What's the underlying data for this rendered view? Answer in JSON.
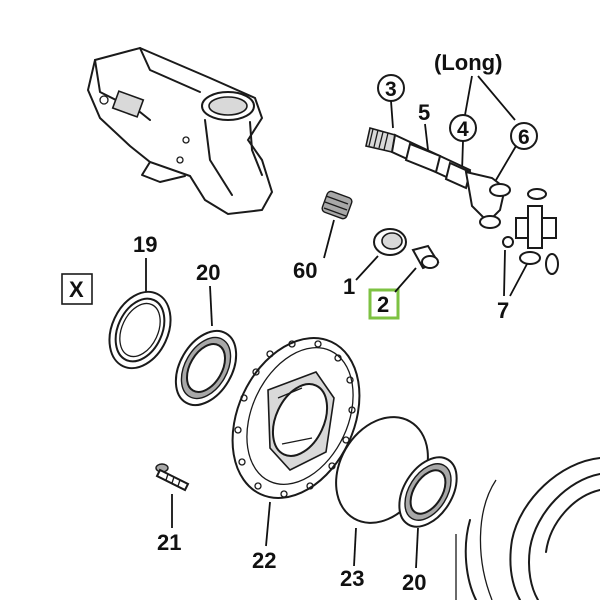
{
  "diagram": {
    "long_label": "(Long)",
    "section_marker": "X",
    "callouts": {
      "p1": "1",
      "p2": "2",
      "p3": "3",
      "p4": "4",
      "p5": "5",
      "p6": "6",
      "p7": "7",
      "p19": "19",
      "p20a": "20",
      "p20b": "20",
      "p21": "21",
      "p22": "22",
      "p23": "23",
      "p60": "60"
    },
    "colors": {
      "line": "#1a1a1a",
      "highlight": "#7dc242",
      "shade": "#d9d9d9"
    }
  }
}
